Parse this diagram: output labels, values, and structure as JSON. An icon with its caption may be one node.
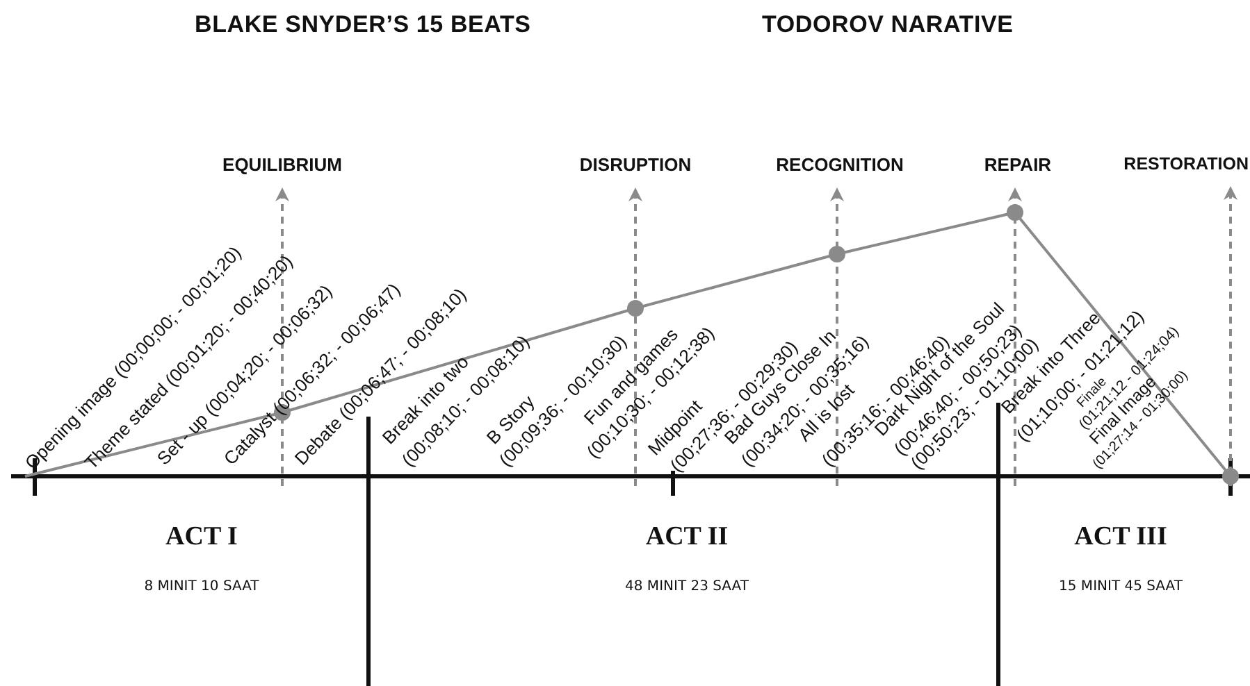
{
  "diagram": {
    "title": "BLAKE SNYDER’S 15 BEATS",
    "nodes": [
      {
        "text": [
          "EQUILIBRIUM"
        ]
      },
      {
        "text": [
          "DISRUPTION"
        ]
      },
      {
        "text": [
          "RECOGNITION"
        ]
      },
      {
        "text": [
          "REPAIR"
        ]
      },
      {
        "text": [
          "RESTORATION"
        ]
      }
    ],
    "edges": [
      {
        "from": null,
        "to": 0,
        "arrow": "to",
        "style": "dashed"
      },
      {
        "from": null,
        "to": 1,
        "arrow": "to",
        "style": "dashed"
      },
      {
        "from": null,
        "to": 2,
        "arrow": "to",
        "style": "dashed"
      },
      {
        "from": null,
        "to": 3,
        "arrow": "to",
        "style": "dashed"
      },
      {
        "from": null,
        "to": 4,
        "arrow": "to",
        "style": "dashed"
      }
    ],
    "labels": [
      "TODOROV NARATIVE",
      "Opening image (00;00;00; - 00;01;20)",
      "Theme stated (00;01;20; - 00;40;20)",
      "Set - up (00;04;20; - 00;06;32)",
      "Catalyst (00;06;32; - 00;06;47)",
      "Debate (00;06;47; - 00;08;10)",
      "Break into two",
      "(00;08;10; - 00;08;10)",
      "B Story",
      "(00;09;36; - 00;10;30)",
      "Fun and games",
      "(00;10;30; - 00;12;38)",
      "Midpoint",
      "(00;27;36; - 00;29;30)",
      "Bad Guys Close In",
      "(00;34;20; - 00;35;16)",
      "All is lost",
      "(00;35;16; - 00;46;40)",
      "Dark Night of the Soul",
      "(00;46;40; - 00;50;23)",
      "(00;50;23; - 01;10;00)",
      "Break into Three",
      "(01;10;00; - 01;21;12)",
      "Finale",
      "(01;21;12 - 01;24;04)",
      "Final Image",
      "(01;27;14 - 01;30;00)",
      "ACT I",
      "8 MINIT 10 SAAT",
      "ACT II",
      "48 MINIT 23 SAAT",
      "ACT III",
      "15 MINIT 45 SAAT"
    ]
  }
}
